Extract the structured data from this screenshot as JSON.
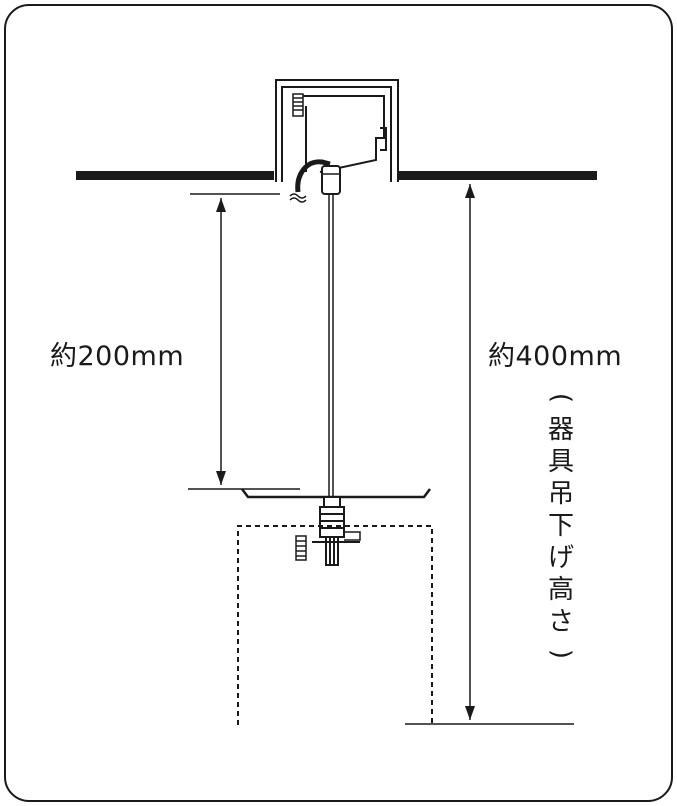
{
  "labels": {
    "dim_short": "約200mm",
    "dim_long": "約400mm",
    "note_open": "(",
    "note_chars": [
      "器",
      "具",
      "吊",
      "下",
      "げ",
      "高",
      "さ"
    ],
    "note_close": ")"
  },
  "colors": {
    "line": "#1a1a1a",
    "background": "#ffffff",
    "frame": "#1a1a1a"
  }
}
